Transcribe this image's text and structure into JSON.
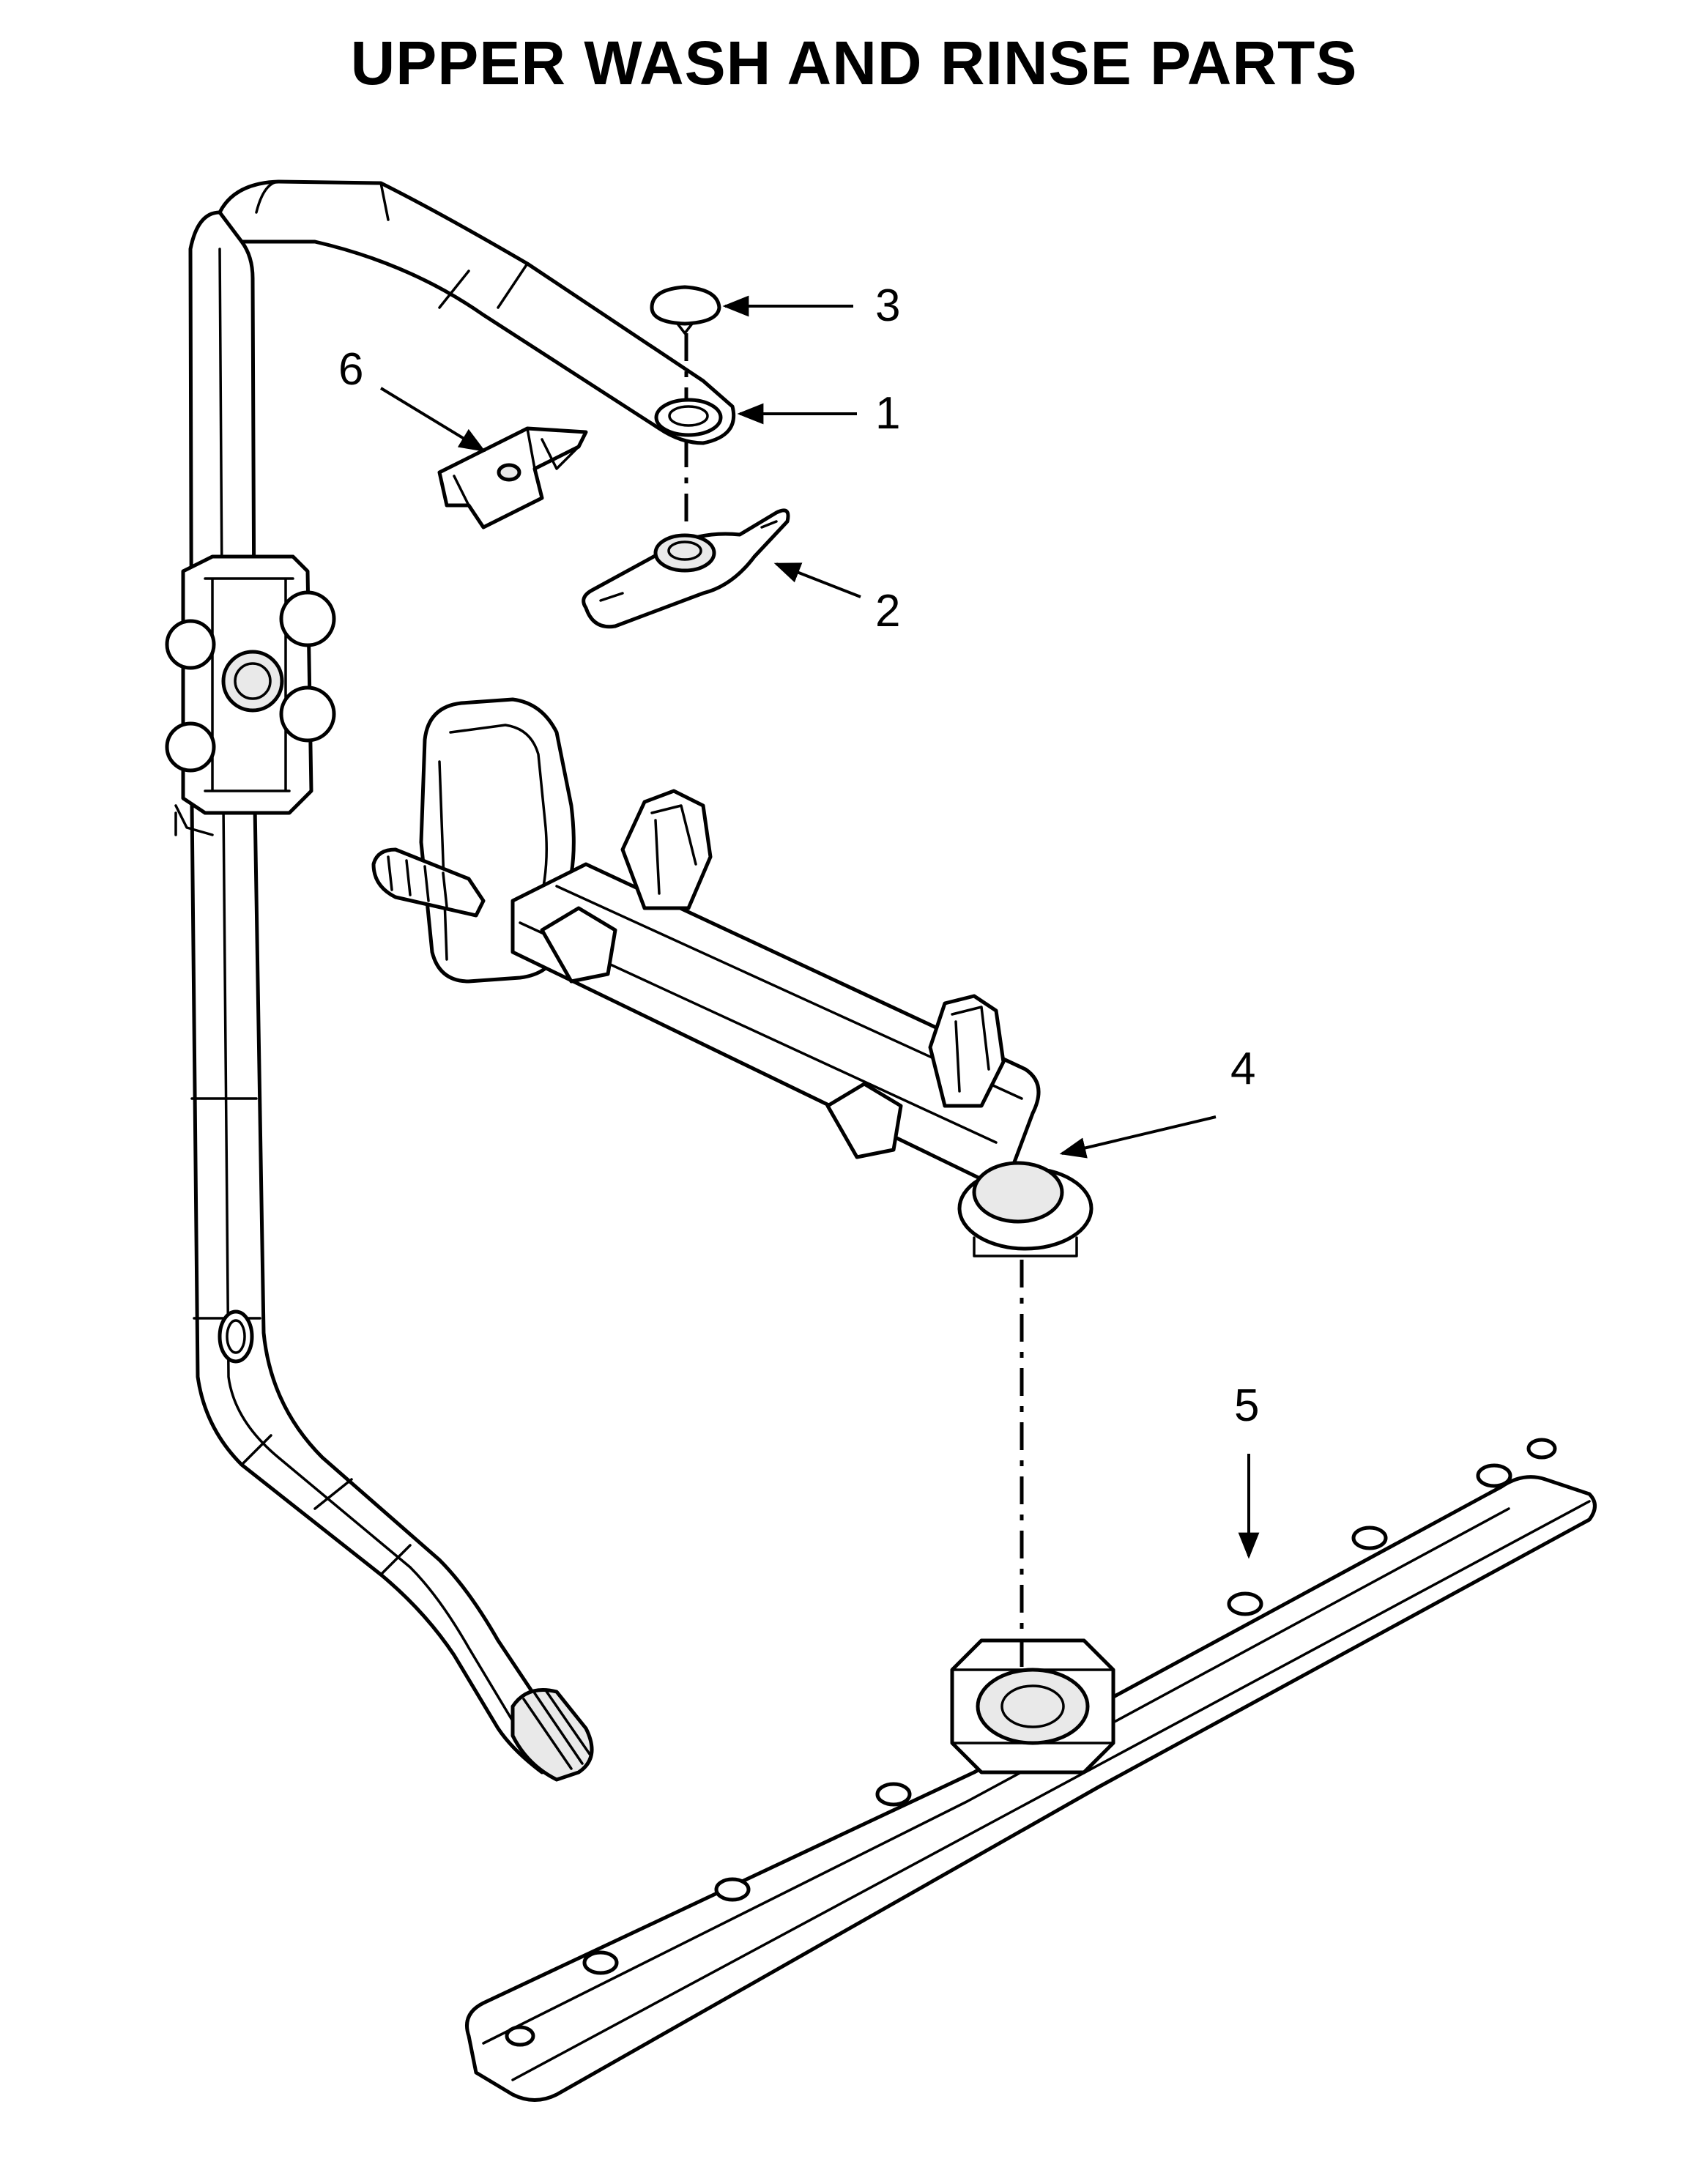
{
  "title": "UPPER WASH AND RINSE PARTS",
  "callouts": [
    {
      "id": "1",
      "label": "1"
    },
    {
      "id": "2",
      "label": "2"
    },
    {
      "id": "3",
      "label": "3"
    },
    {
      "id": "4",
      "label": "4"
    },
    {
      "id": "5",
      "label": "5"
    },
    {
      "id": "6",
      "label": "6"
    }
  ],
  "colors": {
    "line": "#000000",
    "fill": "#ffffff",
    "shade": "#e9e9e9"
  }
}
